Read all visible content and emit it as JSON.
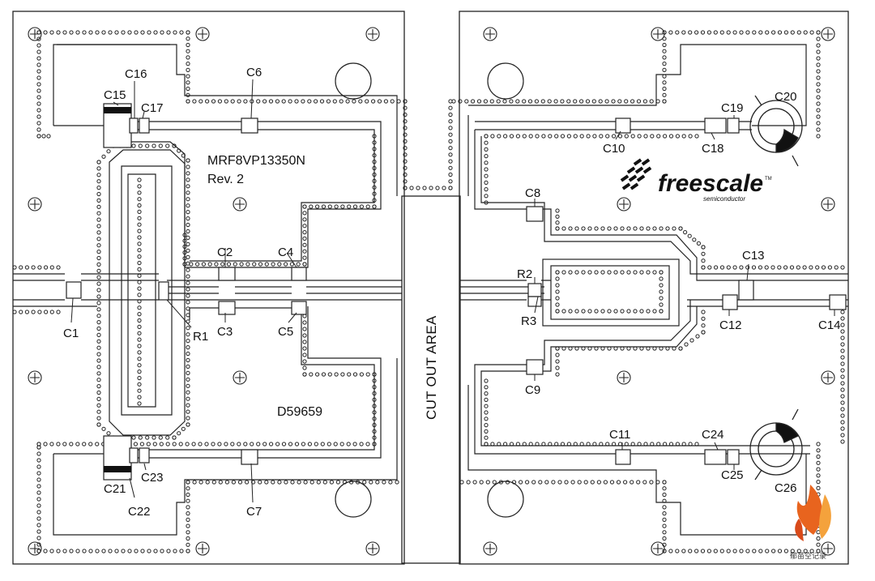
{
  "board": {
    "part_number": "MRF8VP13350N",
    "revision": "Rev. 2",
    "drawing_number": "D59659",
    "cut_out_label": "CUT OUT AREA"
  },
  "logo": {
    "brand": "freescale",
    "subtitle": "semiconductor",
    "trademark": "TM"
  },
  "watermark": {
    "text": "郁苗空记录"
  },
  "components": {
    "C1": "C1",
    "C2": "C2",
    "C3": "C3",
    "C4": "C4",
    "C5": "C5",
    "C6": "C6",
    "C7": "C7",
    "C8": "C8",
    "C9": "C9",
    "C10": "C10",
    "C11": "C11",
    "C12": "C12",
    "C13": "C13",
    "C14": "C14",
    "C15": "C15",
    "C16": "C16",
    "C17": "C17",
    "C18": "C18",
    "C19": "C19",
    "C20": "C20",
    "C21": "C21",
    "C22": "C22",
    "C23": "C23",
    "C24": "C24",
    "C25": "C25",
    "C26": "C26",
    "R1": "R1",
    "R2": "R2",
    "R3": "R3"
  },
  "colors": {
    "line": "#222222",
    "via": "#222222",
    "background": "#ffffff",
    "logo_flame": "#e8641e"
  }
}
